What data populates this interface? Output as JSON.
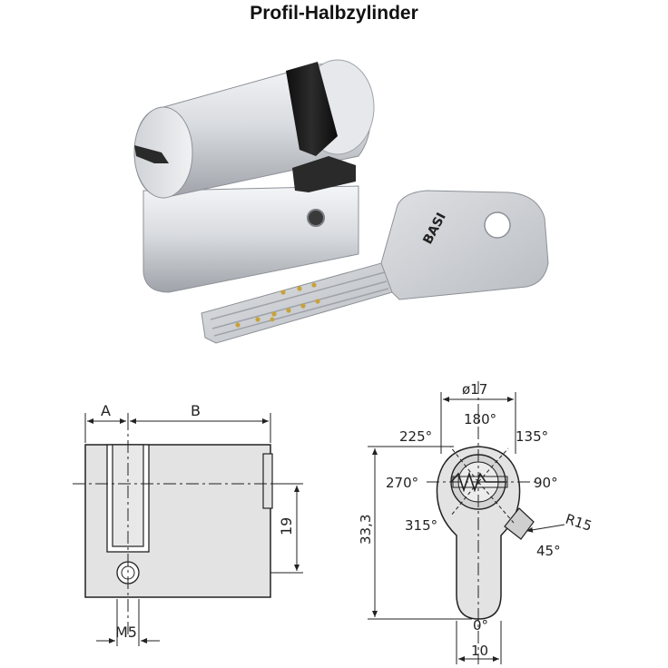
{
  "title": "Profil-Halbzylinder",
  "product": {
    "key_brand": "BASI"
  },
  "side_view": {
    "dim_a": "A",
    "dim_b": "B",
    "dim_height": "19",
    "dim_thread": "M5"
  },
  "front_view": {
    "diameter": "ø17",
    "height": "33,3",
    "width": "10",
    "radius": "R15",
    "angles": {
      "a0": "0°",
      "a45": "45°",
      "a90": "90°",
      "a135": "135°",
      "a180": "180°",
      "a225": "225°",
      "a270": "270°",
      "a315": "315°"
    }
  },
  "colors": {
    "metal_light": "#e9ebee",
    "metal_mid": "#c4c8cd",
    "metal_dark": "#8d9197",
    "cam_black": "#1b1b1b",
    "pin_brass": "#c8a23a",
    "drawing_fill": "#e3e3e3",
    "drawing_line": "#222222"
  }
}
